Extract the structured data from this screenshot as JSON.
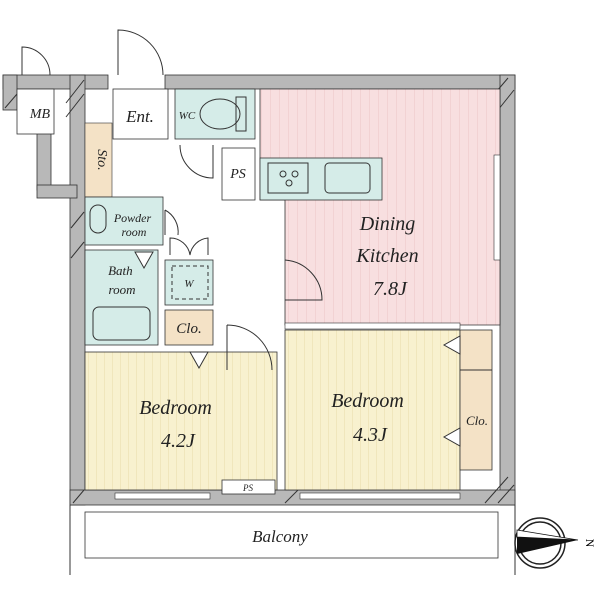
{
  "rooms": {
    "mb": "MB",
    "entrance": "Ent.",
    "wc": "WC",
    "storage": "Sto.",
    "ps_top": "PS",
    "powder_room": [
      "Powder",
      "room"
    ],
    "bath_room": [
      "Bath",
      "room"
    ],
    "washer": "W",
    "closet_left": "Clo.",
    "closet_right": "Clo.",
    "dining_kitchen": [
      "Dining",
      "Kitchen",
      "7.8J"
    ],
    "bedroom_left": [
      "Bedroom",
      "4.2J"
    ],
    "bedroom_right": [
      "Bedroom",
      "4.3J"
    ],
    "ps_bottom": "PS",
    "balcony": "Balcony"
  },
  "compass": {
    "label": "N"
  },
  "colors": {
    "wall": "#b8b8b8",
    "wet": "#d5ece8",
    "dining": "#f8dfe0",
    "bedroom": "#f8f1cf",
    "storage": "#f4e2c6"
  }
}
